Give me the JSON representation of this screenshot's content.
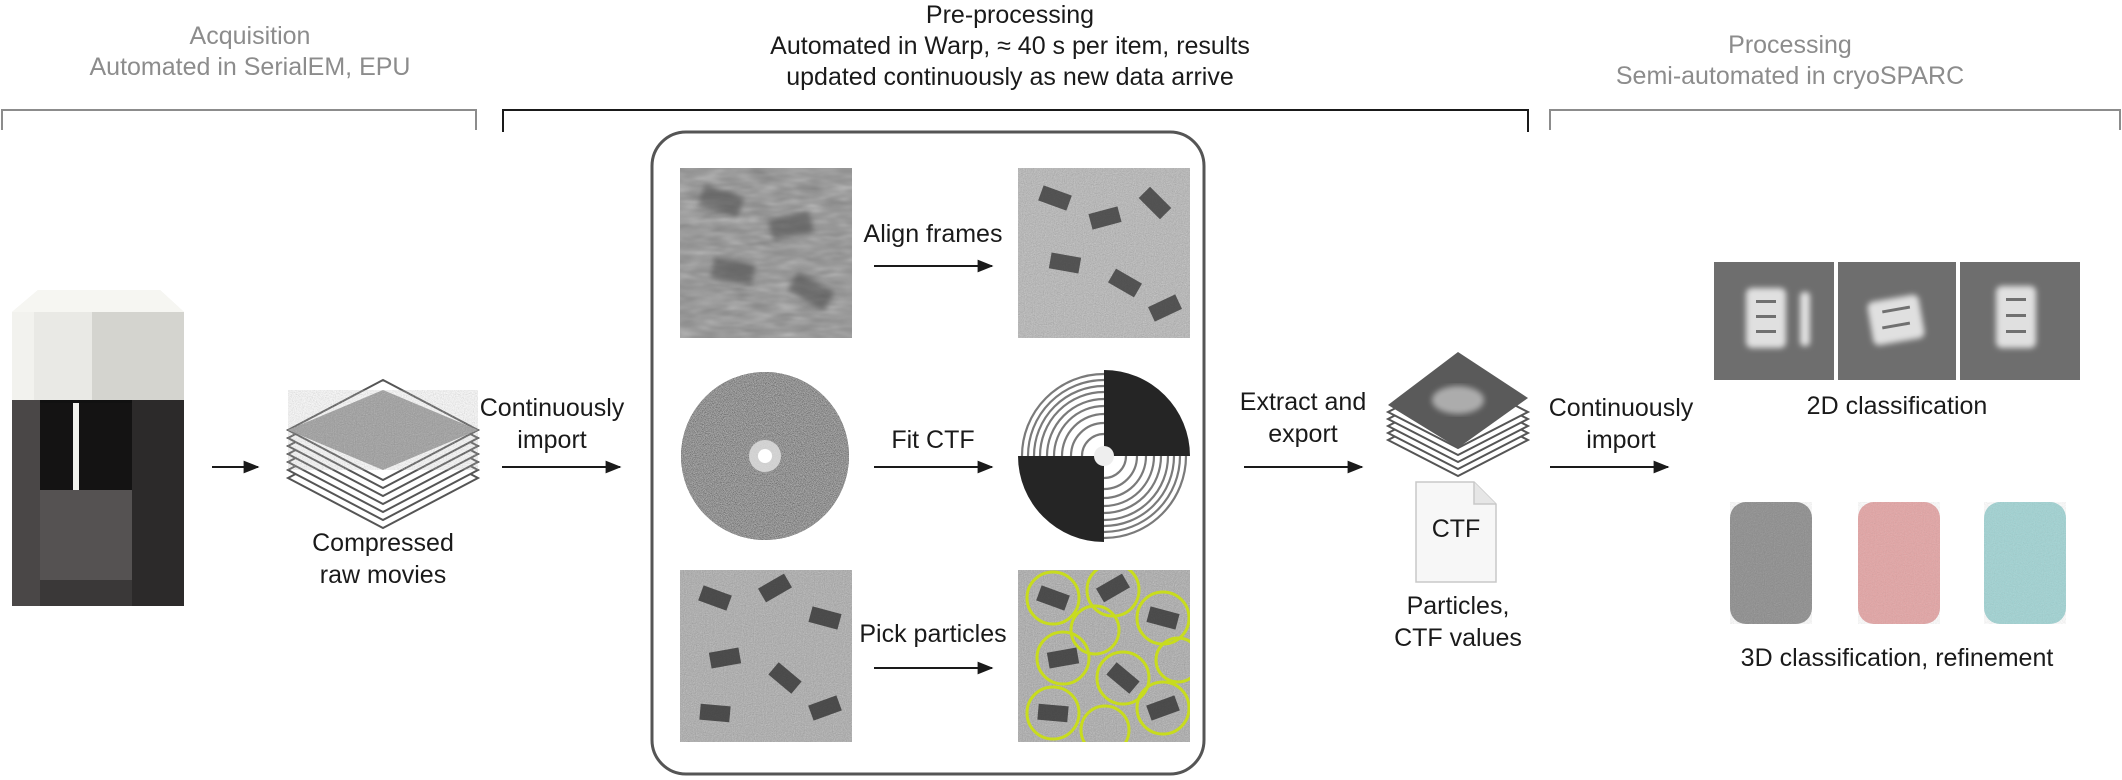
{
  "stages": {
    "acquisition": {
      "title": "Acquisition",
      "subtitle": "Automated in SerialEM, EPU"
    },
    "preprocessing": {
      "title": "Pre-processing",
      "line2": "Automated in Warp, ≈ 40 s per item, results",
      "line3": "updated continuously as new data arrive"
    },
    "processing": {
      "title": "Processing",
      "subtitle": "Semi-automated in cryoSPARC"
    }
  },
  "labels": {
    "raw_movies_1": "Compressed",
    "raw_movies_2": "raw movies",
    "import_1_a": "Continuously",
    "import_1_b": "import",
    "align_frames": "Align frames",
    "fit_ctf": "Fit CTF",
    "pick_particles": "Pick particles",
    "extract_a": "Extract and",
    "extract_b": "export",
    "ctf_file": "CTF",
    "particles_a": "Particles,",
    "particles_b": "CTF values",
    "import_2_a": "Continuously",
    "import_2_b": "import",
    "class_2d": "2D classification",
    "class_3d": "3D classification, refinement"
  },
  "colors": {
    "stage_grey": "#8c8c8c",
    "bracket_black": "#1a1a1a",
    "bracket_grey": "#8c8c8c",
    "pick_circles": "#c8dc1e",
    "map_grey": "#8a8a8a",
    "map_pink": "#e4a3a3",
    "map_cyan": "#9fd3d3"
  },
  "icons": {
    "microscope": "electron-microscope-icon",
    "movie_stack": "image-stack-icon",
    "ctf_file": "document-icon"
  }
}
